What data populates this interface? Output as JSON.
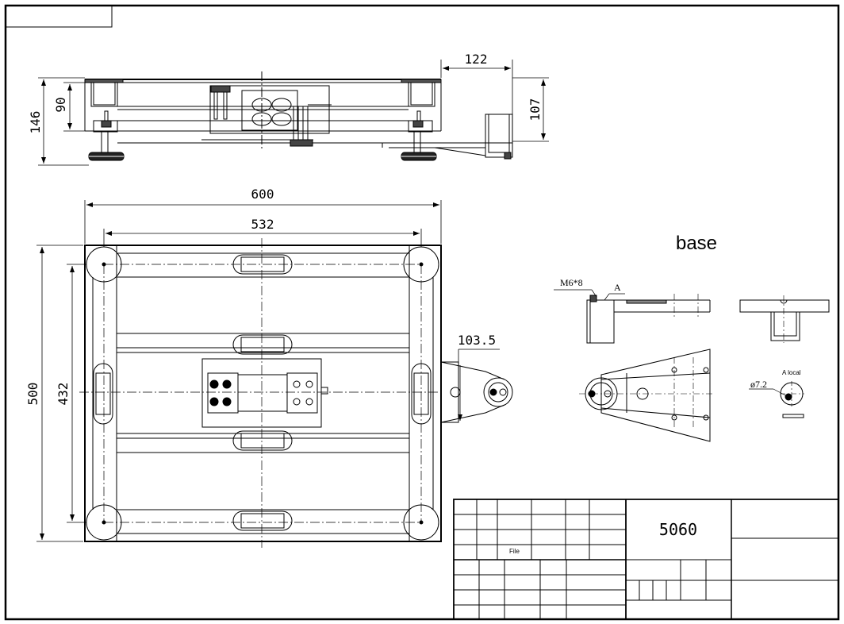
{
  "dimensions": {
    "overall_width": "600",
    "inner_width": "532",
    "overall_depth": "500",
    "inner_depth": "432",
    "side_height": "146",
    "frame_height": "90",
    "bracket_offset": "122",
    "bracket_height": "107",
    "bracket_length": "103.5",
    "screw": "M6*8",
    "screw_ref": "A",
    "hole_dia": "ø7.2"
  },
  "labels": {
    "detail_title": "base",
    "detail_local": "A local",
    "drawing_number": "5060",
    "file_label": "File"
  }
}
